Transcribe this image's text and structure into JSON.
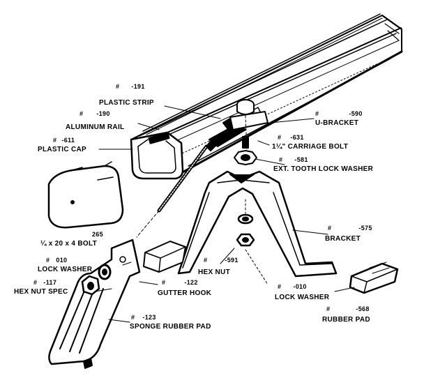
{
  "parts": [
    {
      "id": "plastic-strip",
      "mark": "#",
      "num": "-191",
      "name": "PLASTIC STRIP"
    },
    {
      "id": "aluminum-rail",
      "mark": "#",
      "num": "-190",
      "name": "ALUMINUM RAIL"
    },
    {
      "id": "plastic-cap",
      "mark": "#",
      "num": "-611",
      "name": "PLASTIC CAP"
    },
    {
      "id": "u-bracket",
      "mark": "#",
      "num": "-590",
      "name": "U-BRACKET"
    },
    {
      "id": "carriage-bolt",
      "mark": "#",
      "num": "-631",
      "name": "1¼\" CARRIAGE BOLT"
    },
    {
      "id": "ext-tooth-lock-washer",
      "mark": "#",
      "num": "-581",
      "name": "EXT. TOOTH LOCK WASHER"
    },
    {
      "id": "bolt",
      "mark": "",
      "num": "265",
      "name": "¼ x 20 x 4 BOLT"
    },
    {
      "id": "bracket",
      "mark": "#",
      "num": "-575",
      "name": "BRACKET"
    },
    {
      "id": "lock-washer-left",
      "mark": "#",
      "num": "010",
      "name": "LOCK WASHER"
    },
    {
      "id": "hex-nut",
      "mark": "#",
      "num": "-591",
      "name": "HEX NUT"
    },
    {
      "id": "hex-nut-spec",
      "mark": "#",
      "num": "-117",
      "name": "HEX NUT SPEC"
    },
    {
      "id": "gutter-hook",
      "mark": "#",
      "num": "-122",
      "name": "GUTTER HOOK"
    },
    {
      "id": "lock-washer-right",
      "mark": "#",
      "num": "-010",
      "name": "LOCK WASHER"
    },
    {
      "id": "rubber-pad",
      "mark": "#",
      "num": "-568",
      "name": "RUBBER PAD"
    },
    {
      "id": "sponge-rubber-pad",
      "mark": "#",
      "num": "-123",
      "name": "SPONGE RUBBER PAD"
    }
  ],
  "line_color": "#000000",
  "background": "#ffffff"
}
